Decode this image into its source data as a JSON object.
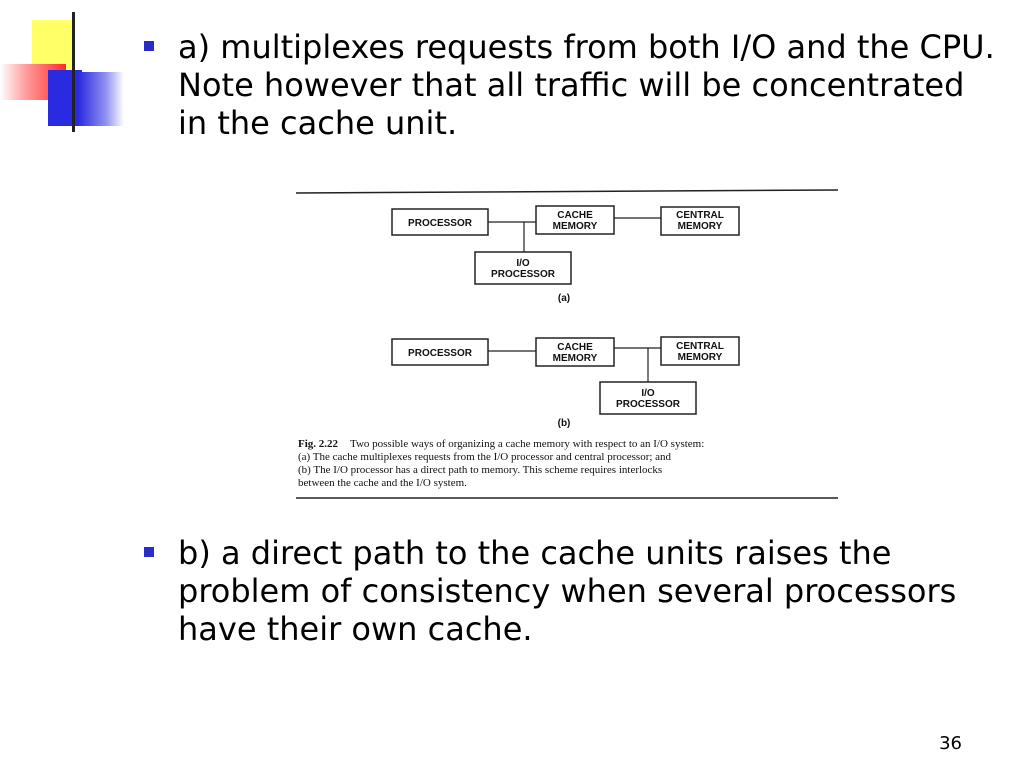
{
  "bullets": [
    {
      "text": "a) multiplexes requests from both I/O and the CPU. Note however that all traffic will be concentrated in the cache unit."
    },
    {
      "text": "b) a direct path to the cache units raises the problem of consistency when several processors have their own cache."
    }
  ],
  "figure": {
    "a": {
      "processor": "PROCESSOR",
      "cache_1": "CACHE",
      "cache_2": "MEMORY",
      "central_1": "CENTRAL",
      "central_2": "MEMORY",
      "io_1": "I/O",
      "io_2": "PROCESSOR",
      "label": "(a)"
    },
    "b": {
      "processor": "PROCESSOR",
      "cache_1": "CACHE",
      "cache_2": "MEMORY",
      "central_1": "CENTRAL",
      "central_2": "MEMORY",
      "io_1": "I/O",
      "io_2": "PROCESSOR",
      "label": "(b)"
    },
    "caption": {
      "fig_label": "Fig. 2.22",
      "line1": "Two possible ways of organizing a cache memory with respect to an I/O system:",
      "line2": "(a) The cache multiplexes requests from the I/O processor and central processor; and",
      "line3": "(b) The I/O processor has a direct path to memory. This scheme requires interlocks",
      "line4": "between the cache and the I/O system."
    }
  },
  "page_number": "36",
  "colors": {
    "bullet": "#2b2bc8",
    "logo_yellow": "#ffff66",
    "logo_red": "#ff2a2a",
    "logo_blue": "#2a2ae0"
  }
}
